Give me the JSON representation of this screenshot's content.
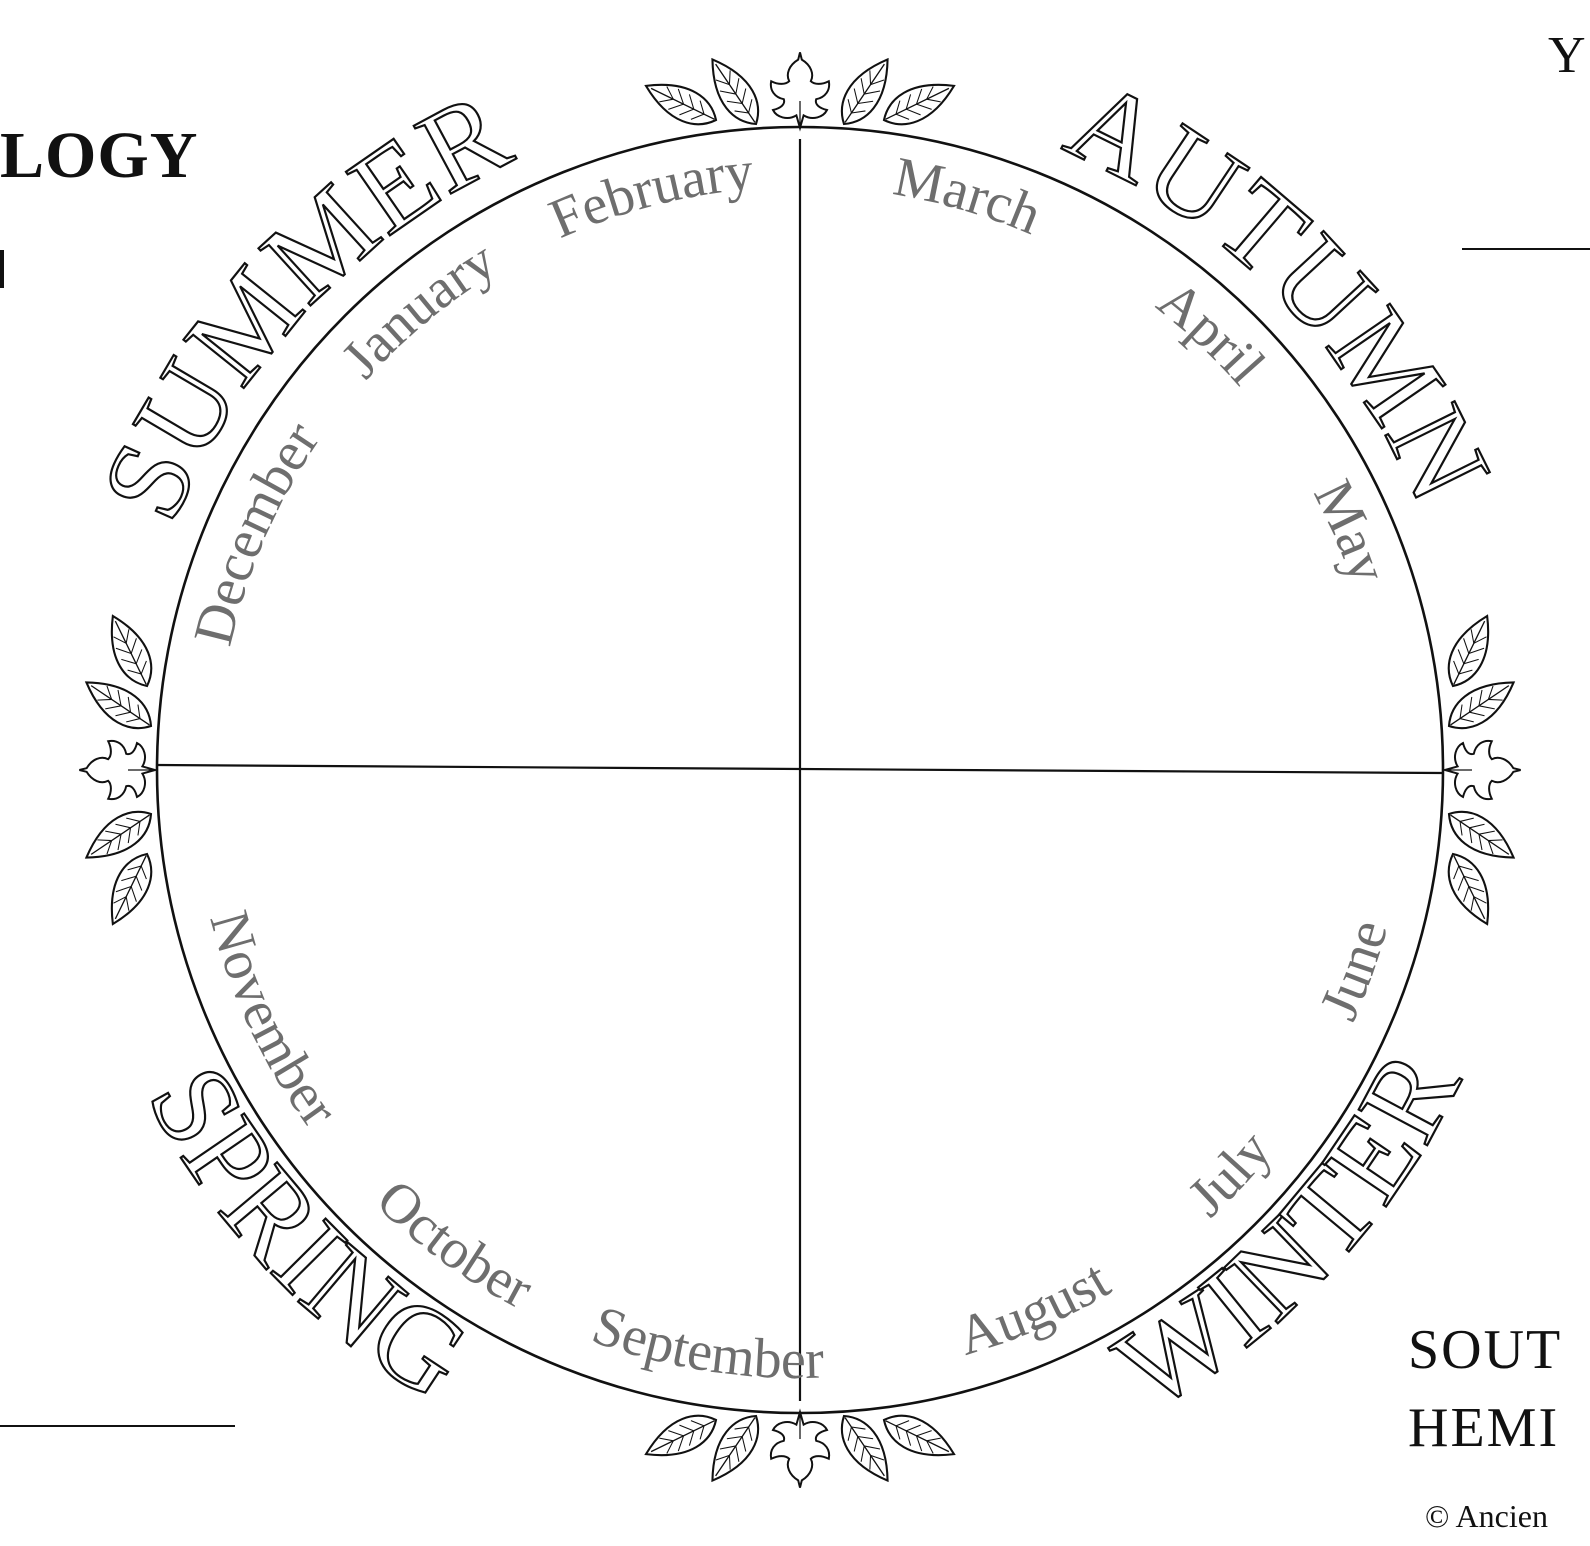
{
  "header": {
    "title_fragment": "LOGY",
    "top_right_fragment": "Y"
  },
  "wheel": {
    "seasons": [
      {
        "id": "summer",
        "label": "SUMMER"
      },
      {
        "id": "autumn",
        "label": "AUTUMN"
      },
      {
        "id": "winter",
        "label": "WINTER"
      },
      {
        "id": "spring",
        "label": "SPRING"
      }
    ],
    "months": [
      {
        "id": "december",
        "label": "December"
      },
      {
        "id": "january",
        "label": "January"
      },
      {
        "id": "february",
        "label": "February"
      },
      {
        "id": "march",
        "label": "March"
      },
      {
        "id": "april",
        "label": "April"
      },
      {
        "id": "may",
        "label": "May"
      },
      {
        "id": "june",
        "label": "June"
      },
      {
        "id": "july",
        "label": "July"
      },
      {
        "id": "august",
        "label": "August"
      },
      {
        "id": "september",
        "label": "September"
      },
      {
        "id": "october",
        "label": "October"
      },
      {
        "id": "november",
        "label": "November"
      }
    ],
    "colors": {
      "outline": "#111111",
      "month_text": "#6e6e6e",
      "background": "#ffffff"
    }
  },
  "hemisphere": {
    "line1": "SOUT",
    "line2": "HEMI"
  },
  "footer": {
    "copyright_fragment": "© Ancien"
  }
}
